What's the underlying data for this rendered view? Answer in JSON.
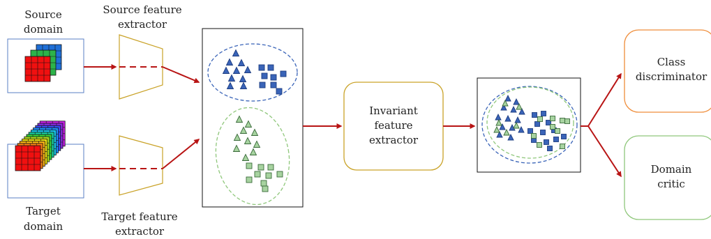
{
  "labels": {
    "source_domain": [
      "Source",
      "domain"
    ],
    "source_extractor": [
      "Source feature",
      "extractor"
    ],
    "target_domain": [
      "Target",
      "domain"
    ],
    "target_extractor": [
      "Target feature",
      "extractor"
    ],
    "invariant_extractor": [
      "Invariant",
      "feature",
      "extractor"
    ],
    "class_discriminator": [
      "Class",
      "discriminator"
    ],
    "domain_critic": [
      "Domain",
      "critic"
    ]
  },
  "colors": {
    "arrow": "#b81414",
    "source_blue": "#3a64b8",
    "target_green": "#8fc77b",
    "target_fill": "#9fcf9a",
    "extractor_gold": "#c9a227",
    "class_orange": "#ef8d3a",
    "critic_green": "#8fc77b",
    "input_border": "#5a7fc4"
  }
}
